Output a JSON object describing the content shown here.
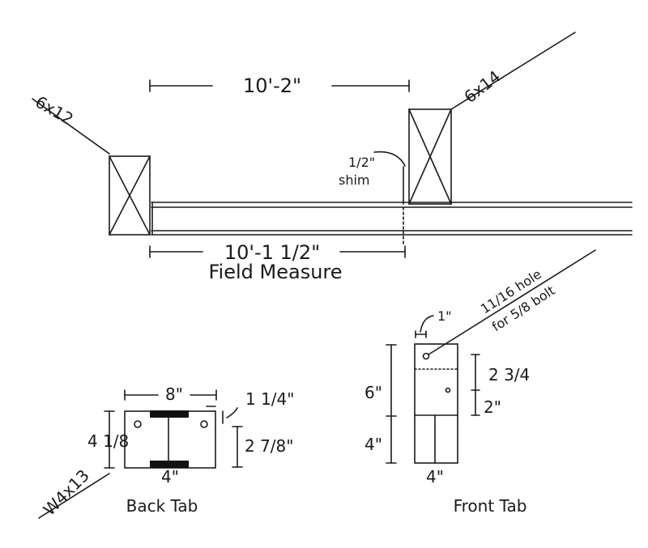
{
  "top_view": {
    "left_post_label": "6x12",
    "right_post_label": "6x14",
    "overall_dim": "10'-2\"",
    "shim_label_1": "1/2\"",
    "shim_label_2": "shim",
    "beam_dim": "10'-1 1/2\"",
    "field_note": "Field Measure"
  },
  "back_tab": {
    "width_dim": "8\"",
    "height_dim": "4 1/8",
    "edge_dim": "1 1/4\"",
    "hole_spacing_dim": "2 7/8\"",
    "flange_dim": "4\"",
    "beam_label": "W4x13",
    "title": "Back Tab"
  },
  "front_tab": {
    "edge_dim": "1\"",
    "hole_note": "11/16 hole",
    "bolt_note": "for 5/8 bolt",
    "upper_dim": "6\"",
    "lower_dim": "4\"",
    "hole_spacing_dim": "2 3/4",
    "bottom_hole_dim": "2\"",
    "width_dim": "4\"",
    "title": "Front Tab"
  }
}
